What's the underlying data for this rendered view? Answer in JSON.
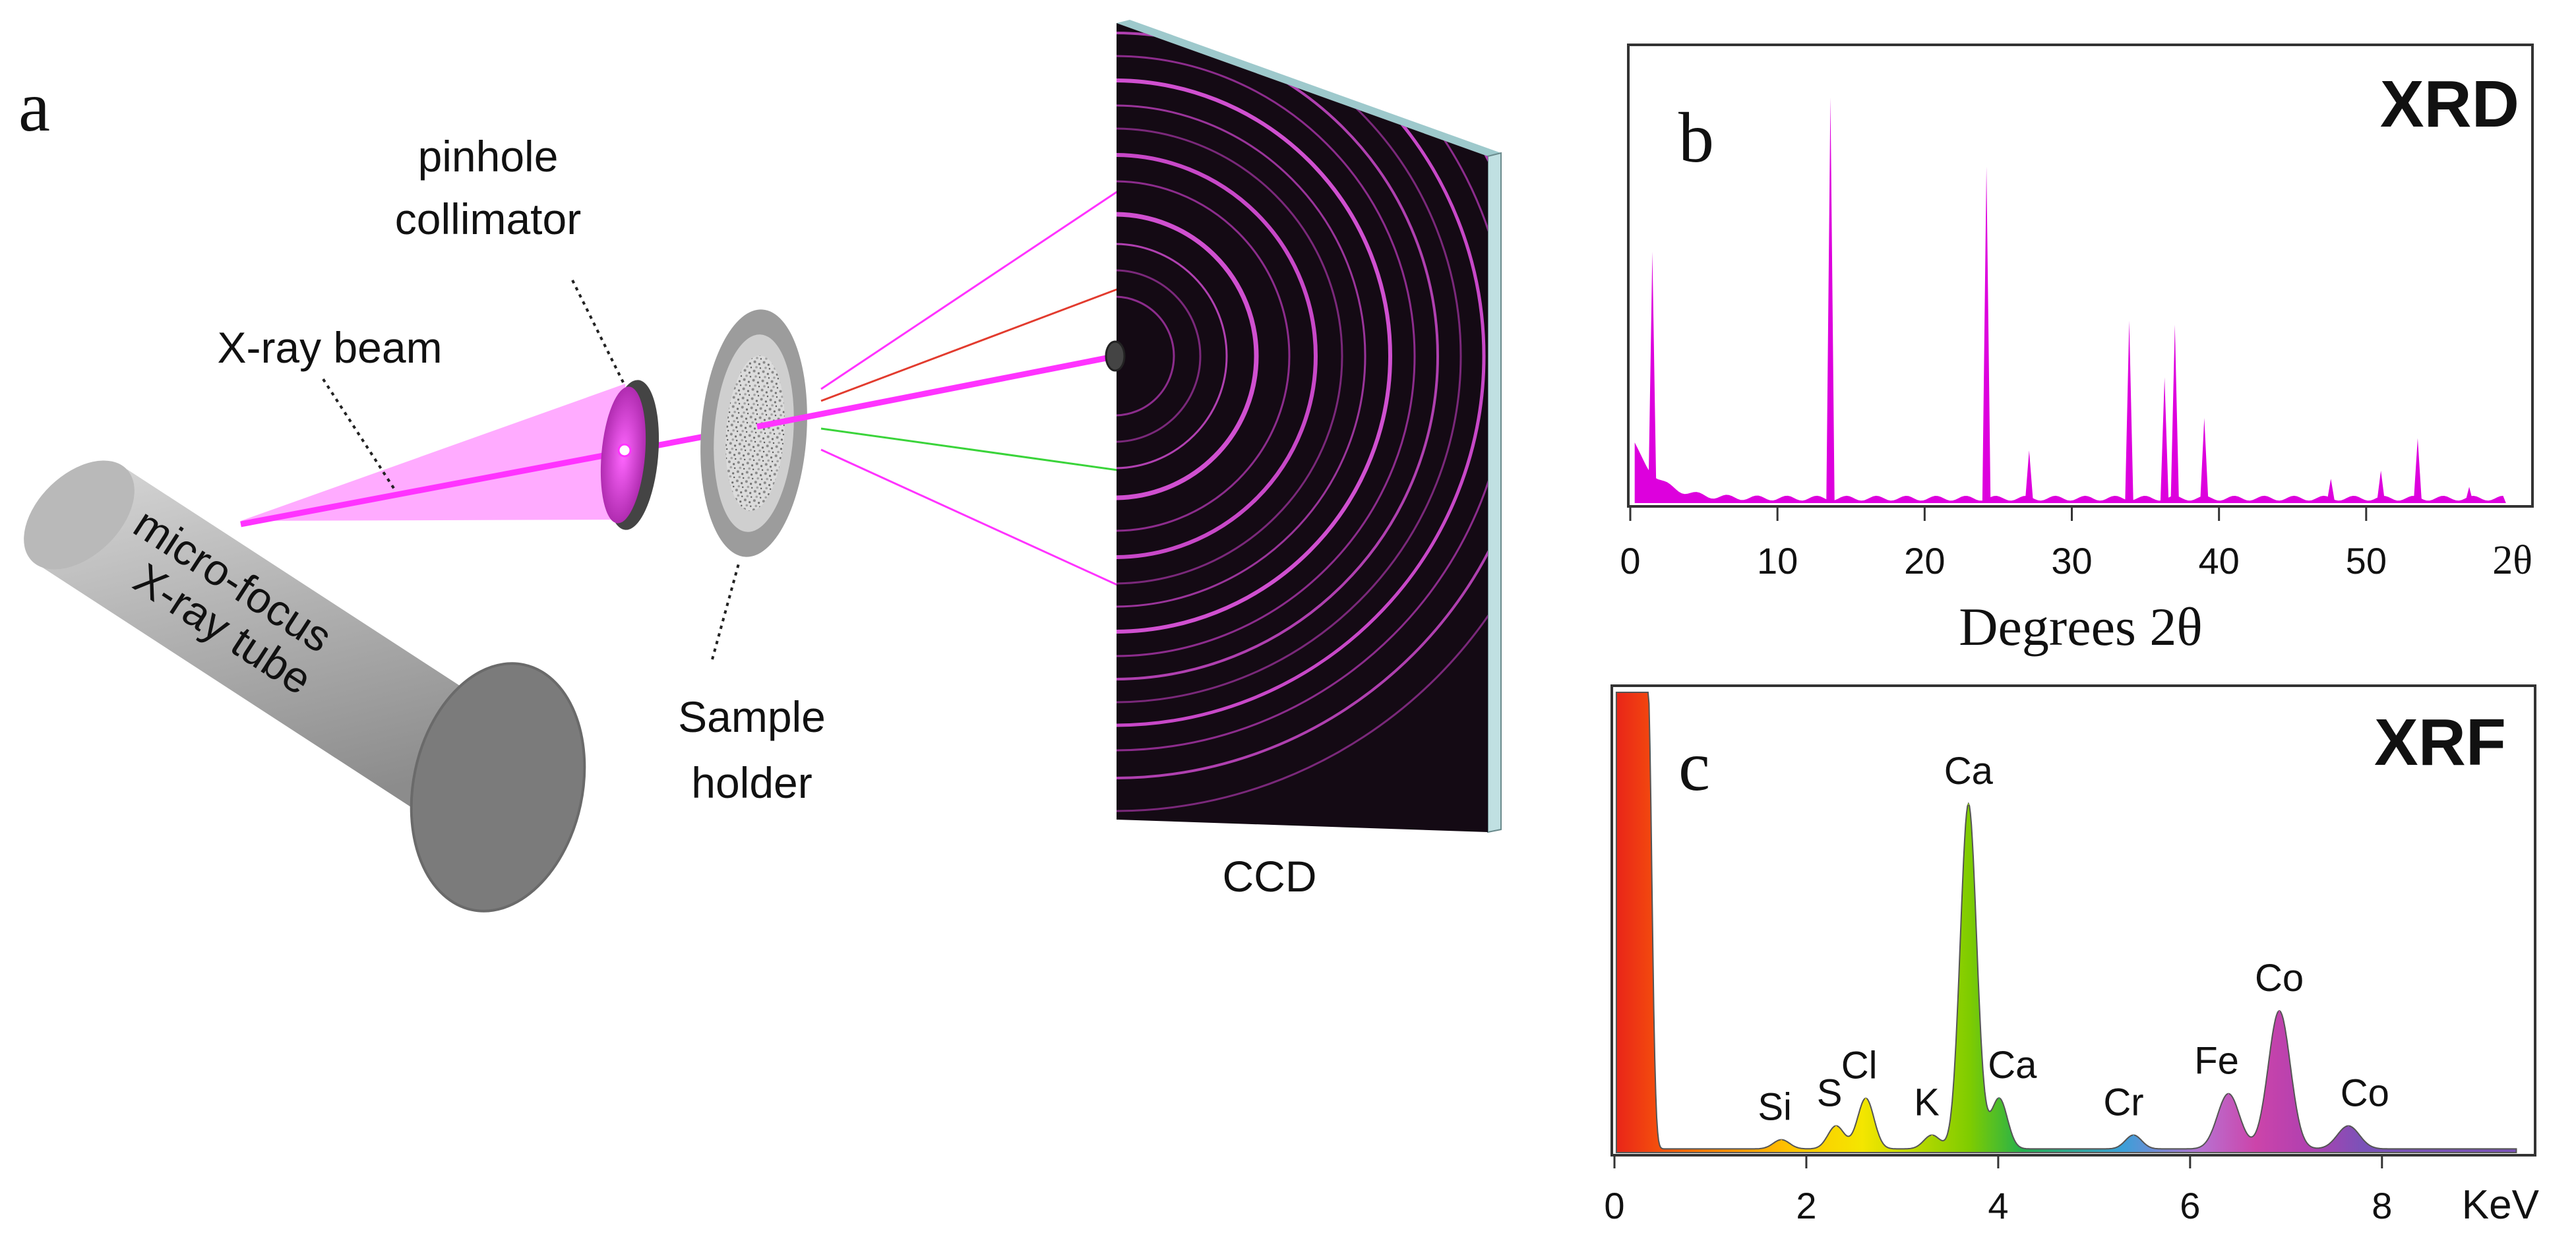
{
  "panel_a": {
    "letter": "a",
    "labels": {
      "pinhole_line1": "pinhole",
      "pinhole_line2": "collimator",
      "beam": "X-ray beam",
      "tube_line1": "micro-focus",
      "tube_line2": "X-ray tube",
      "sample_line1": "Sample",
      "sample_line2": "holder",
      "ccd": "CCD"
    },
    "colors": {
      "beam": "#ff33ff",
      "cone": "#ff66ff",
      "tube": "#a9a9a9",
      "detector": "#140a14",
      "ring": "#c83cc8",
      "ray_red": "#e23b2e",
      "ray_green": "#3ad43a"
    }
  },
  "panel_b": {
    "letter": "b",
    "title": "XRD",
    "color": "#dd00dd"
  },
  "panel_c": {
    "letter": "c",
    "title": "XRF"
  },
  "chart_data": [
    {
      "type": "line",
      "title": "XRD",
      "xlabel": "Degrees 2θ",
      "ylabel": "",
      "xlim": [
        0,
        60
      ],
      "ylim": [
        0,
        1
      ],
      "grid": false,
      "x_ticks": [
        0,
        10,
        20,
        30,
        40,
        50
      ],
      "x_tick_labels": [
        "0",
        "10",
        "20",
        "30",
        "40",
        "50"
      ],
      "x_end_label": "2θ",
      "peaks": [
        {
          "x": 1.5,
          "y": 0.62
        },
        {
          "x": 13.6,
          "y": 1.0
        },
        {
          "x": 24.2,
          "y": 0.83
        },
        {
          "x": 27.1,
          "y": 0.13
        },
        {
          "x": 33.9,
          "y": 0.45
        },
        {
          "x": 36.3,
          "y": 0.31
        },
        {
          "x": 37.0,
          "y": 0.44
        },
        {
          "x": 39.0,
          "y": 0.21
        },
        {
          "x": 47.6,
          "y": 0.06
        },
        {
          "x": 51.0,
          "y": 0.08
        },
        {
          "x": 53.5,
          "y": 0.16
        },
        {
          "x": 57.0,
          "y": 0.04
        }
      ]
    },
    {
      "type": "area",
      "title": "XRF",
      "xlabel": "KeV",
      "ylabel": "",
      "xlim": [
        0,
        9.5
      ],
      "ylim": [
        0,
        1
      ],
      "grid": false,
      "x_ticks": [
        0,
        2,
        4,
        6,
        8
      ],
      "x_tick_labels": [
        "0",
        "2",
        "4",
        "6",
        "8"
      ],
      "peaks": [
        {
          "element": "Si",
          "x": 1.74,
          "y": 0.02,
          "color": "#ffb100"
        },
        {
          "element": "S",
          "x": 2.31,
          "y": 0.05,
          "color": "#ffd400"
        },
        {
          "element": "Cl",
          "x": 2.62,
          "y": 0.11,
          "color": "#f4e600"
        },
        {
          "element": "K",
          "x": 3.31,
          "y": 0.03,
          "color": "#c8dc00"
        },
        {
          "element": "Ca",
          "x": 3.69,
          "y": 0.75,
          "color": "#8fd000"
        },
        {
          "element": "Ca",
          "x": 4.01,
          "y": 0.11,
          "color": "#2fb84a"
        },
        {
          "element": "Cr",
          "x": 5.41,
          "y": 0.03,
          "color": "#3aa0d8"
        },
        {
          "element": "Fe",
          "x": 6.4,
          "y": 0.12,
          "color": "#c050c0"
        },
        {
          "element": "Co",
          "x": 6.93,
          "y": 0.3,
          "color": "#cc44aa"
        },
        {
          "element": "Co",
          "x": 7.65,
          "y": 0.05,
          "color": "#8a4fb8"
        }
      ]
    }
  ]
}
